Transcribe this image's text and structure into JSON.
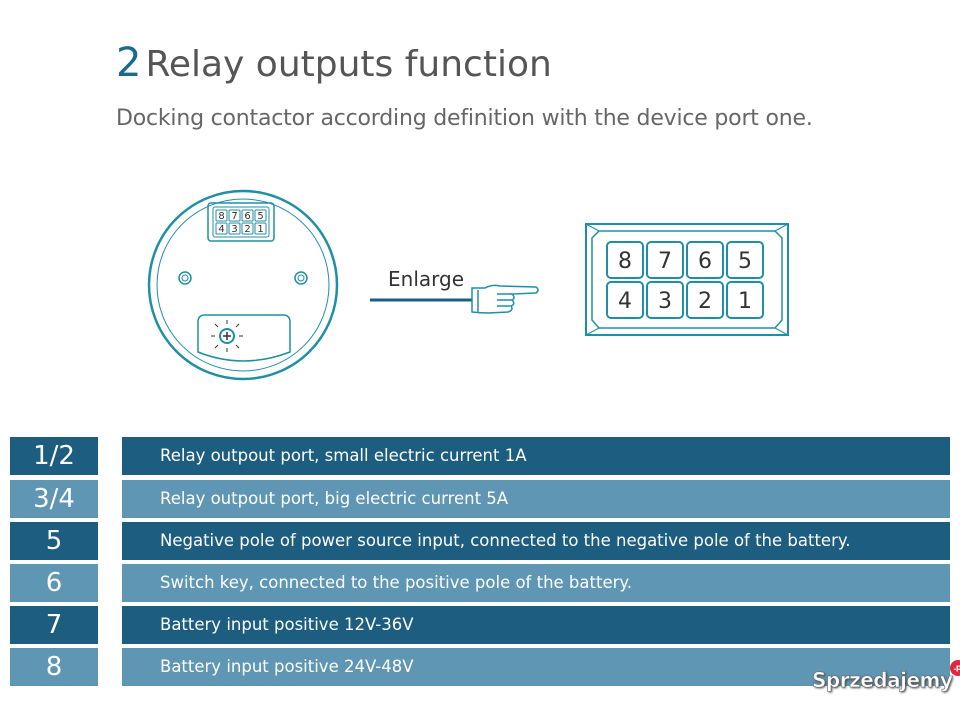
{
  "header": {
    "number": "2",
    "title": "Relay outputs function",
    "subtitle": "Docking contactor according definition with the device port one."
  },
  "diagram": {
    "enlarge_label": "Enlarge",
    "small_pins_top": [
      "8",
      "7",
      "6",
      "5"
    ],
    "small_pins_bottom": [
      "4",
      "3",
      "2",
      "1"
    ],
    "big_pins_top": [
      "8",
      "7",
      "6",
      "5"
    ],
    "big_pins_bottom": [
      "4",
      "3",
      "2",
      "1"
    ],
    "line_color": "#1f8fa5"
  },
  "table": {
    "rows": [
      {
        "key": "1/2",
        "desc": "Relay outpout port, small electric current 1A"
      },
      {
        "key": "3/4",
        "desc": "Relay outpout port, big electric current 5A"
      },
      {
        "key": "5",
        "desc": "Negative pole of power source input, connected to the negative pole of the battery."
      },
      {
        "key": "6",
        "desc": "Switch key, connected to the positive pole of the battery."
      },
      {
        "key": "7",
        "desc": "Battery input positive 12V-36V"
      },
      {
        "key": "8",
        "desc": "Battery input positive 24V-48V"
      }
    ],
    "colors": {
      "dark": "#1c5d80",
      "light": "#5e96b3"
    }
  },
  "watermark": {
    "text": "Sprzedajemy",
    "badge": ".pl"
  }
}
